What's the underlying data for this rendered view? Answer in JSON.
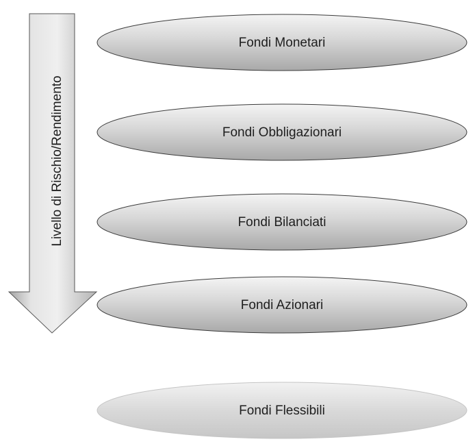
{
  "axis_label": "Livello di Rischio/Rendimento",
  "funds": [
    {
      "label": "Fondi Monetari"
    },
    {
      "label": "Fondi Obbligazionari"
    },
    {
      "label": "Fondi Bilanciati"
    },
    {
      "label": "Fondi Azionari"
    },
    {
      "label": "Fondi Flessibili"
    }
  ]
}
